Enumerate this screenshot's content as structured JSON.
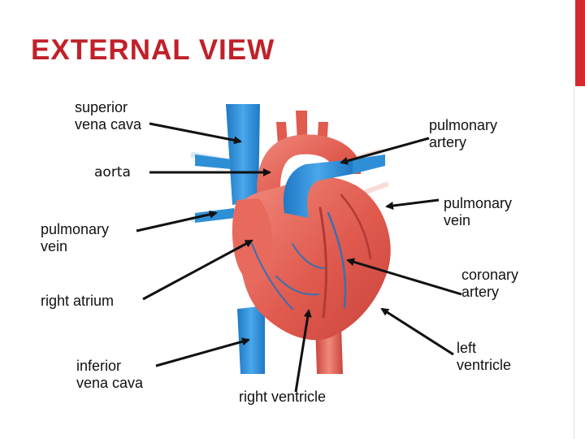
{
  "slide": {
    "title": "EXTERNAL VIEW",
    "accent_color": "#d42a2f"
  },
  "labels": {
    "superior_vena_cava": "superior\nvena cava",
    "aorta": "aorta",
    "pulmonary_vein_left": "pulmonary\nvein",
    "right_atrium": "right atrium",
    "inferior_vena_cava": "inferior\nvena cava",
    "right_ventricle": "right ventricle",
    "pulmonary_artery": "pulmonary\nartery",
    "pulmonary_vein_right": "pulmonary\nvein",
    "coronary_artery": "coronary\nartery",
    "left_ventricle": "left\nventricle"
  },
  "colors": {
    "heart_red": "#e05a4e",
    "vein_blue": "#2f8fd6"
  }
}
